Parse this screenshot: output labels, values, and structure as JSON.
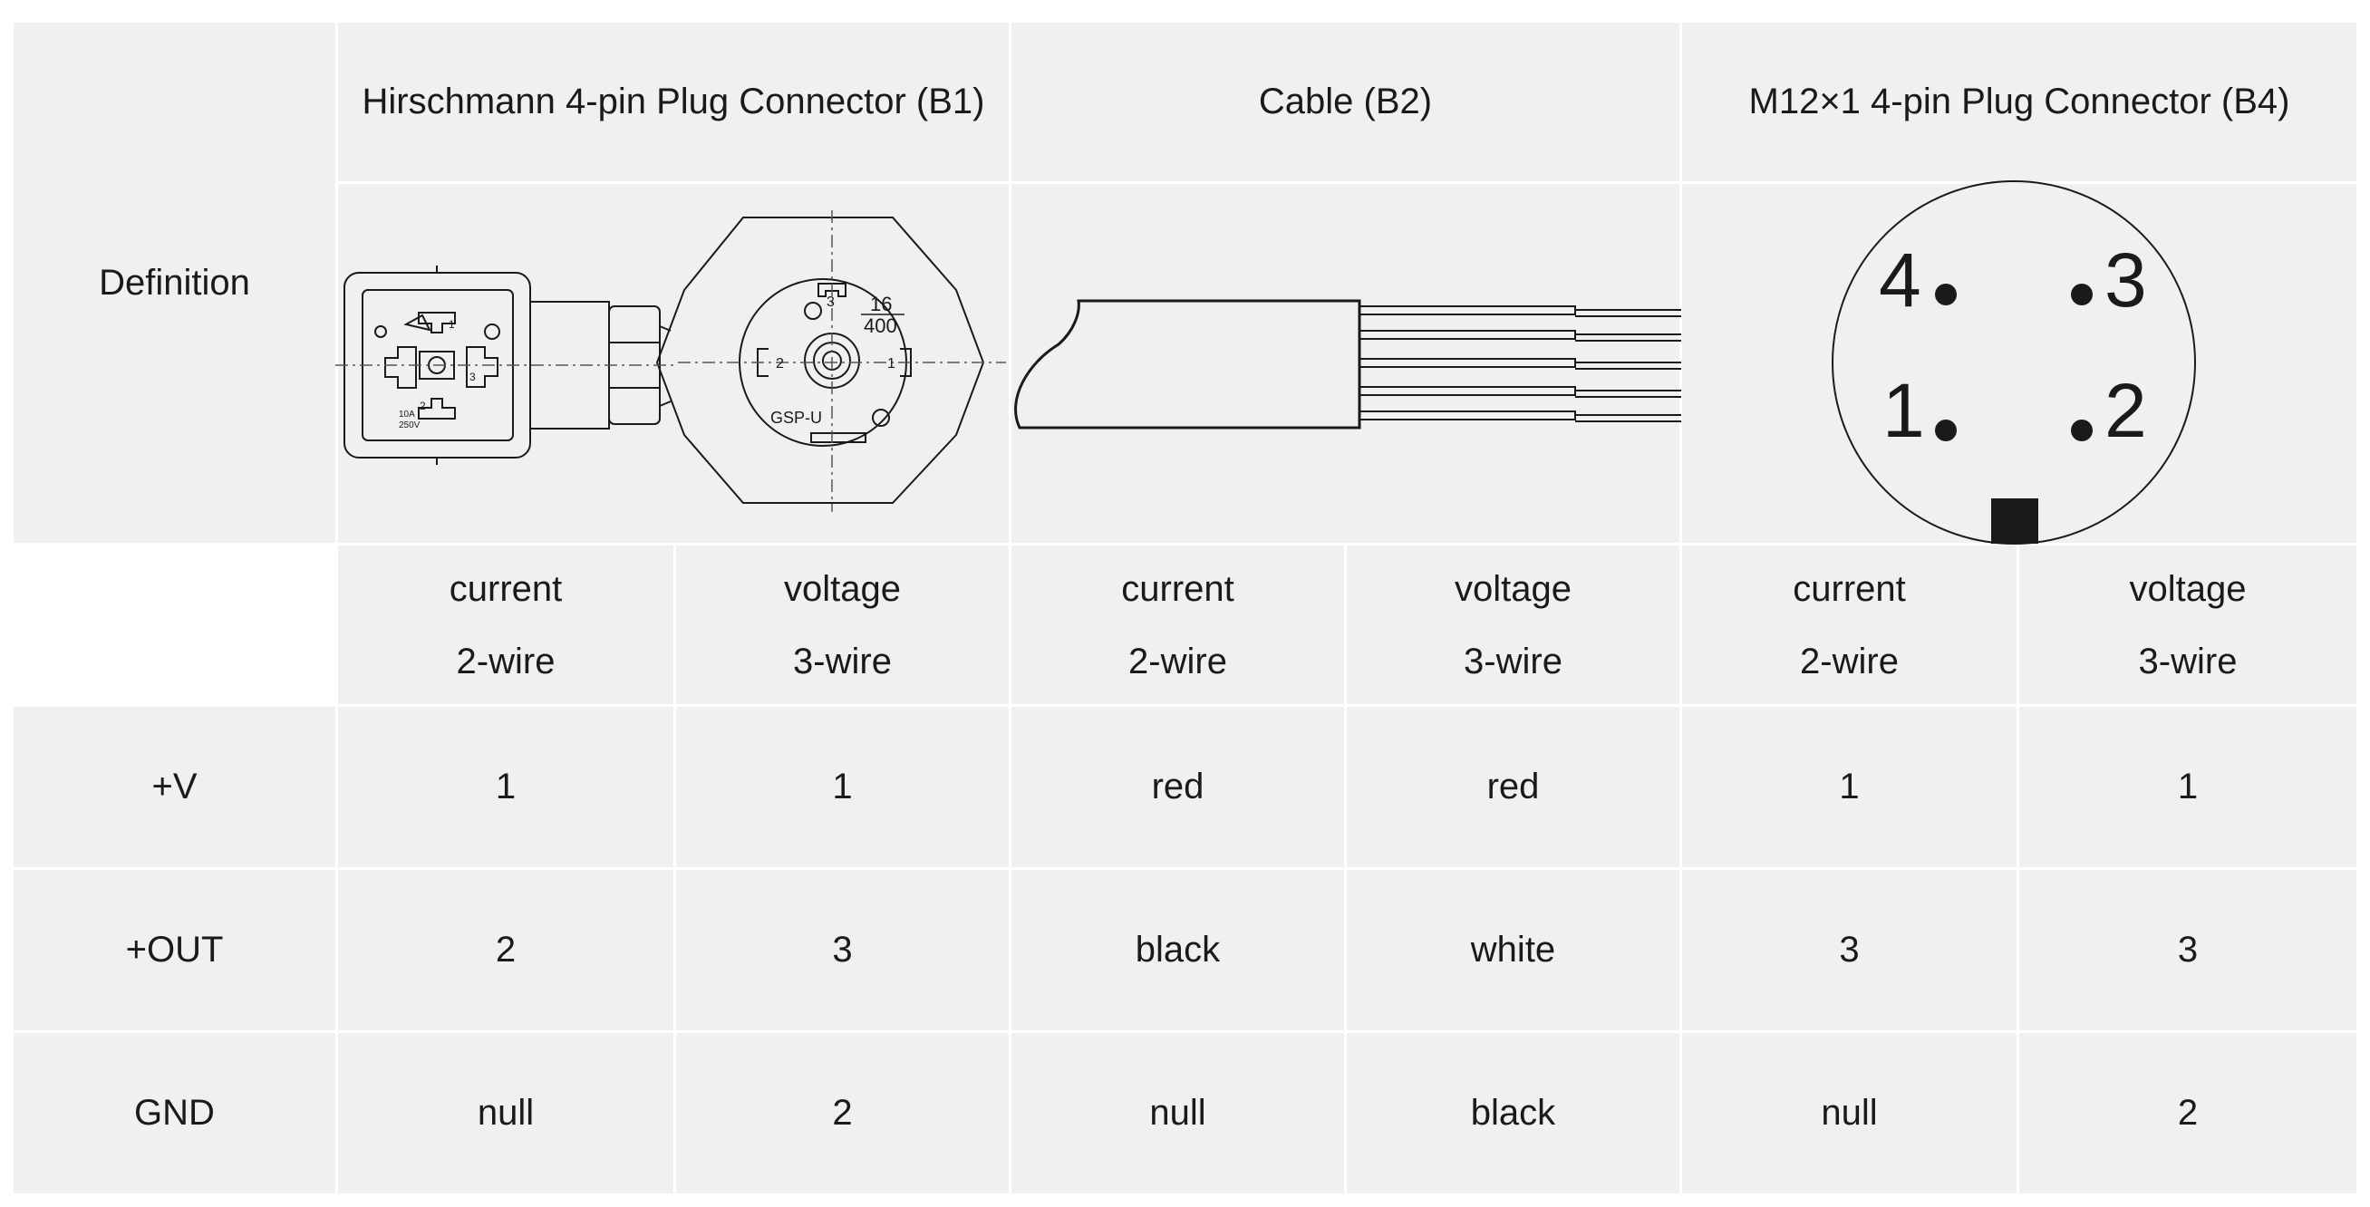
{
  "headers": {
    "b1": "Hirschmann 4-pin Plug Connector (B1)",
    "b2": "Cable (B2)",
    "b4": "M12×1 4-pin Plug Connector (B4)"
  },
  "definition_label": "Definition",
  "subheaders": [
    {
      "line1": "current",
      "line2": "2-wire"
    },
    {
      "line1": "voltage",
      "line2": "3-wire"
    },
    {
      "line1": "current",
      "line2": "2-wire"
    },
    {
      "line1": "voltage",
      "line2": "3-wire"
    },
    {
      "line1": "current",
      "line2": "2-wire"
    },
    {
      "line1": "voltage",
      "line2": "3-wire"
    }
  ],
  "rows": [
    {
      "label": "+V",
      "cells": [
        "1",
        "1",
        "red",
        "red",
        "1",
        "1"
      ]
    },
    {
      "label": "+OUT",
      "cells": [
        "2",
        "3",
        "black",
        "white",
        "3",
        "3"
      ]
    },
    {
      "label": "GND",
      "cells": [
        "null",
        "2",
        "null",
        "black",
        "null",
        "2"
      ]
    }
  ],
  "diagram_labels": {
    "m12_pins": [
      "4",
      "3",
      "1",
      "2"
    ],
    "b1_face_fraction_top": "16",
    "b1_face_fraction_bottom": "400",
    "b1_face_model": "GSP-U",
    "b1_face_pin_3": "3",
    "b1_face_pin_2": "2",
    "b1_face_pin_1": "1",
    "b1_side_pin_1": "1",
    "b1_side_pin_2": "2",
    "b1_side_pin_3": "3",
    "b1_side_rating_1": "10A",
    "b1_side_rating_2": "250V"
  }
}
